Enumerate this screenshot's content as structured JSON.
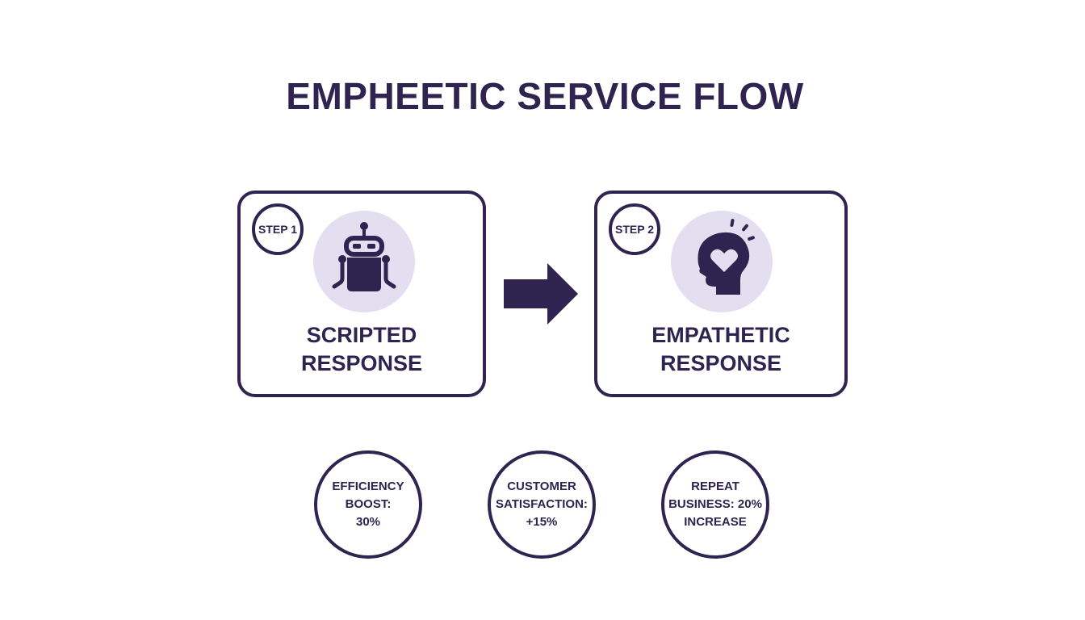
{
  "title": "EMPHEETIC SERVICE FLOW",
  "steps": [
    {
      "badge": "STEP 1",
      "label_line1": "SCRIPTED",
      "label_line2": "RESPONSE",
      "icon": "robot-icon"
    },
    {
      "badge": "STEP 2",
      "label_line1": "EMPATHETIC",
      "label_line2": "RESPONSE",
      "icon": "head-heart-icon"
    }
  ],
  "flow_icon": "right-arrow-icon",
  "metrics": [
    {
      "line1": "EFFICIENCY",
      "line2": "BOOST:",
      "line3": "30%"
    },
    {
      "line1": "CUSTOMER",
      "line2": "SATISFACTION:",
      "line3": "+15%"
    },
    {
      "line1": "REPEAT",
      "line2": "BUSINESS: 20%",
      "line3": "INCREASE"
    }
  ],
  "colors": {
    "primary": "#2f2450",
    "icon_background": "#e3def0",
    "background": "#ffffff"
  }
}
